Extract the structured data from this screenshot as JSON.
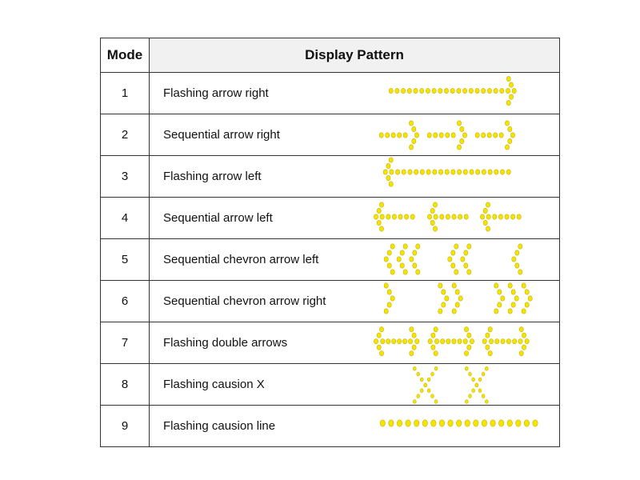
{
  "header": {
    "mode": "Mode",
    "pattern": "Display Pattern"
  },
  "rows": [
    {
      "mode": "1",
      "label": "Flashing arrow right",
      "pattern": "arrow-right"
    },
    {
      "mode": "2",
      "label": "Sequential arrow right",
      "pattern": "sequential-arrow-right"
    },
    {
      "mode": "3",
      "label": "Flashing arrow left",
      "pattern": "arrow-left"
    },
    {
      "mode": "4",
      "label": "Sequential arrow left",
      "pattern": "sequential-arrow-left"
    },
    {
      "mode": "5",
      "label": "Sequential chevron arrow left",
      "pattern": "sequential-chevron-left"
    },
    {
      "mode": "6",
      "label": "Sequential chevron arrow right",
      "pattern": "sequential-chevron-right"
    },
    {
      "mode": "7",
      "label": "Flashing double arrows",
      "pattern": "double-arrows"
    },
    {
      "mode": "8",
      "label": "Flashing causion X",
      "pattern": "caution-x"
    },
    {
      "mode": "9",
      "label": "Flashing causion line",
      "pattern": "caution-line"
    }
  ],
  "colors": {
    "led_fill": "#f5e400",
    "led_stroke": "#c9b300"
  }
}
